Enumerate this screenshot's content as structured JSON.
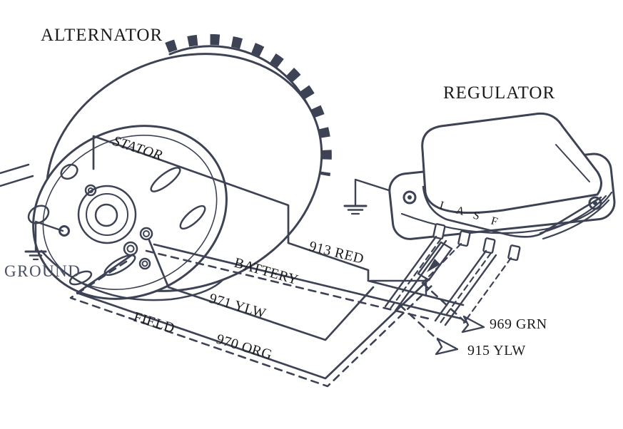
{
  "titles": {
    "alternator": "ALTERNATOR",
    "regulator": "REGULATOR"
  },
  "labels": {
    "stator": "STATOR",
    "ground": "GROUND",
    "battery": "BATTERY",
    "field": "FIELD"
  },
  "wire_labels": {
    "w913": "913 RED",
    "w971": "971 YLW",
    "w970": "970 ORG",
    "w969": "969 GRN",
    "w915": "915 YLW"
  },
  "regulator": {
    "terminals": [
      "I",
      "A",
      "S",
      "F"
    ]
  },
  "colors": {
    "line": "#3d4354",
    "text": "#1b1b1b",
    "ground-text": "#4a5166",
    "background": "#ffffff"
  }
}
